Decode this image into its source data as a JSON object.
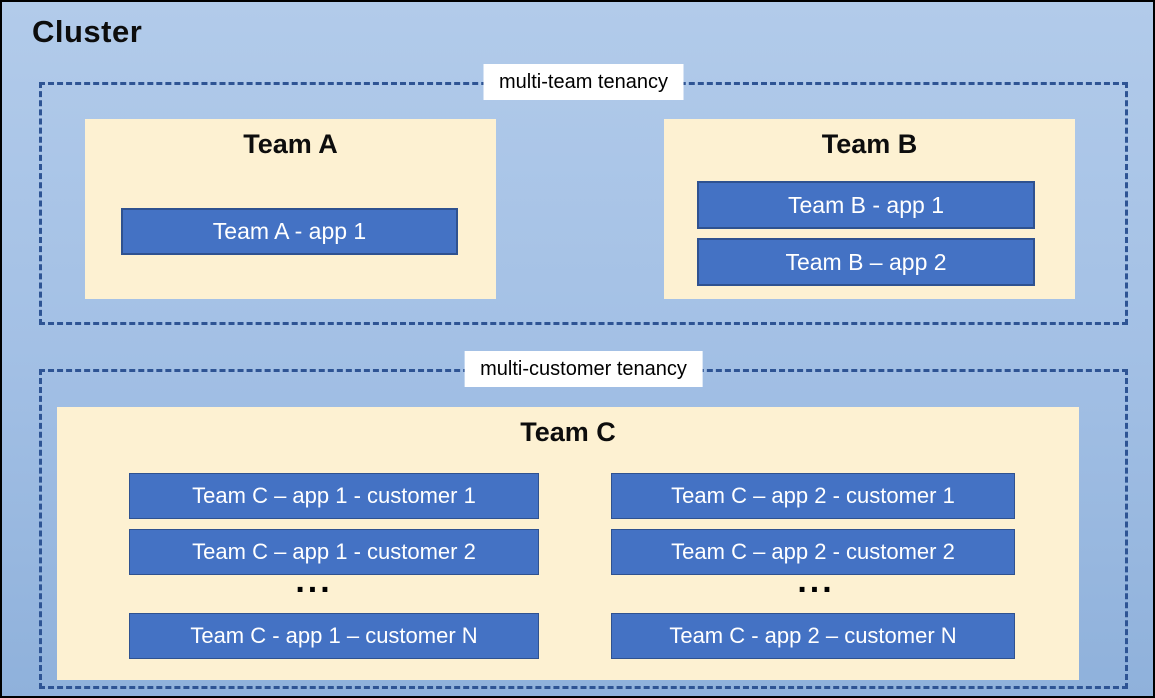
{
  "cluster": {
    "title": "Cluster"
  },
  "sections": [
    {
      "label": "multi-team tenancy",
      "teams": [
        {
          "name": "Team A",
          "apps": [
            "Team A - app 1"
          ]
        },
        {
          "name": "Team B",
          "apps": [
            "Team B - app 1",
            "Team B – app 2"
          ]
        }
      ]
    },
    {
      "label": "multi-customer tenancy",
      "teams": [
        {
          "name": "Team C",
          "columns": [
            {
              "apps": [
                "Team C – app 1 - customer 1",
                "Team C – app 1 - customer 2"
              ],
              "ellipsis": "...",
              "last_app": "Team C - app 1 – customer N"
            },
            {
              "apps": [
                "Team C – app 2 - customer 1",
                "Team C – app 2 - customer 2"
              ],
              "ellipsis": "...",
              "last_app": "Team C - app 2 – customer N"
            }
          ]
        }
      ]
    }
  ],
  "colors": {
    "canvas_top": "#B2CBEA",
    "canvas_bottom": "#8FB1DB",
    "team_panel_fill": "#FDF1D2",
    "app_fill": "#4472C4",
    "app_border": "#2F5290",
    "dashed_border": "#2E5494",
    "app_text": "#FFFFFF",
    "label_bg": "#FFFFFF",
    "title_text": "#0D0D0D",
    "outer_border": "#000000"
  }
}
